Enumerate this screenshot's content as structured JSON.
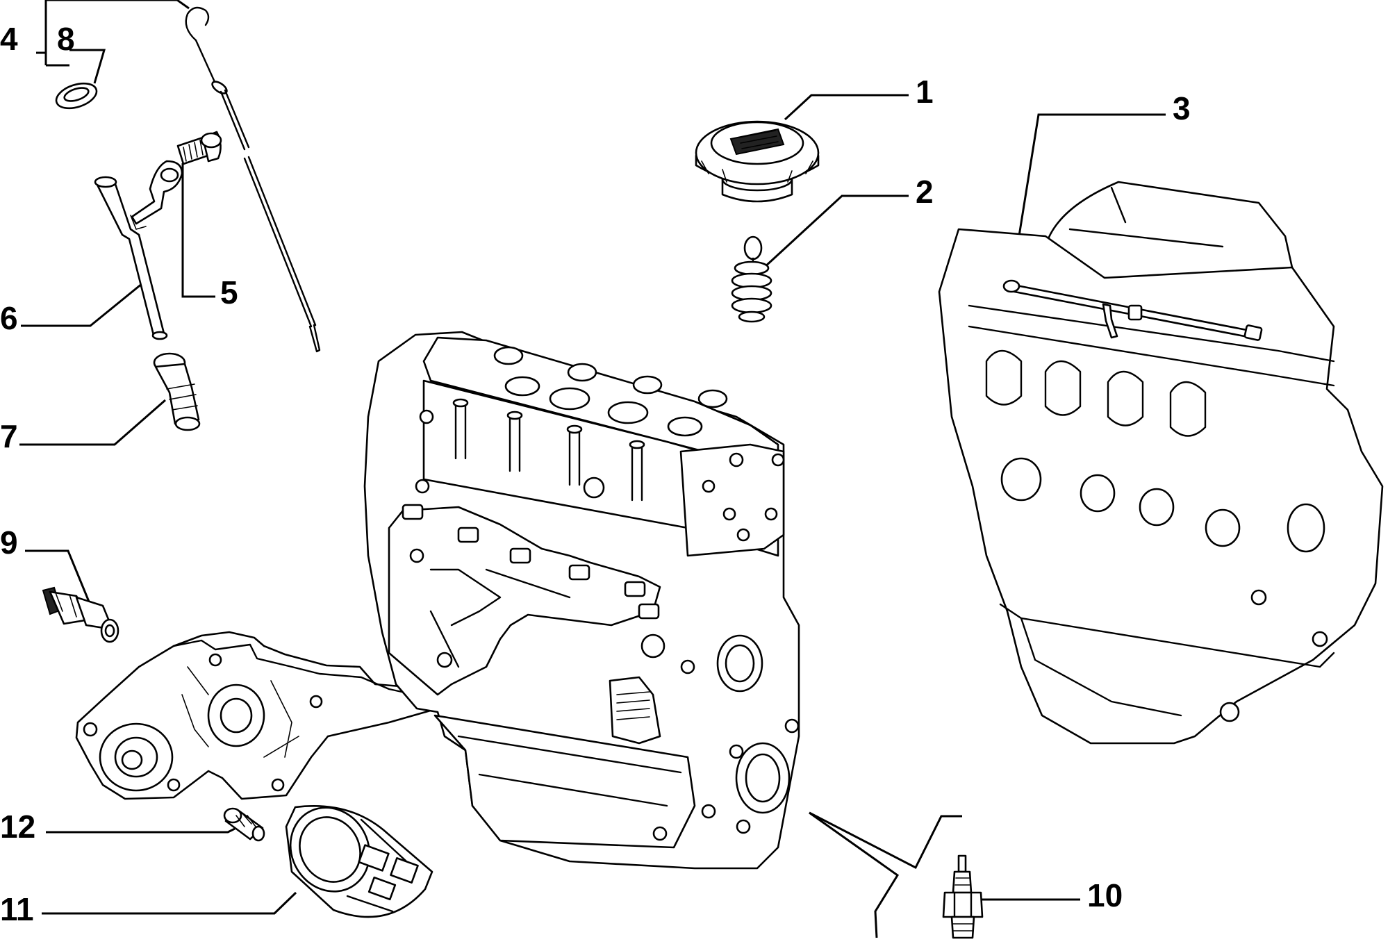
{
  "callouts": [
    {
      "id": "1",
      "text": "1",
      "part": "oil-filler-cap"
    },
    {
      "id": "2",
      "text": "2",
      "part": "crankcase-breather-filter"
    },
    {
      "id": "3",
      "text": "3",
      "part": "breather-pipe"
    },
    {
      "id": "4",
      "text": "4",
      "part": "oil-dipstick"
    },
    {
      "id": "5",
      "text": "5",
      "part": "bolt"
    },
    {
      "id": "6",
      "text": "6",
      "part": "dipstick-guide-tube"
    },
    {
      "id": "7",
      "text": "7",
      "part": "tube-seal"
    },
    {
      "id": "8",
      "text": "8",
      "part": "seal-ring"
    },
    {
      "id": "9",
      "text": "9",
      "part": "oil-pressure-switch"
    },
    {
      "id": "10",
      "text": "10",
      "part": "spark-plug"
    },
    {
      "id": "11",
      "text": "11",
      "part": "oil-filter"
    },
    {
      "id": "12",
      "text": "12",
      "part": "plug"
    }
  ]
}
